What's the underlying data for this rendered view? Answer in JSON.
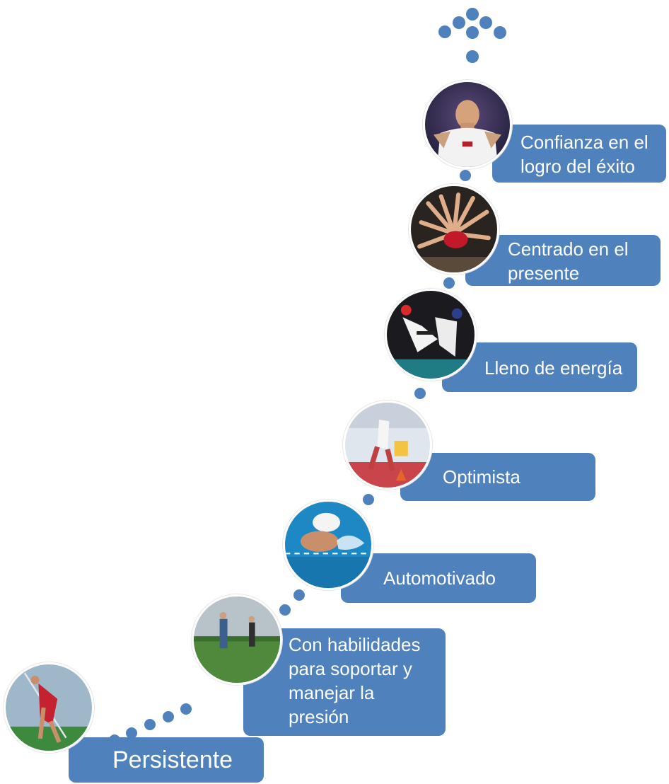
{
  "diagram": {
    "steps": [
      {
        "label": "Persistente",
        "image_icon": "pole-vault-athlete-photo"
      },
      {
        "label": "Con habilidades para soportar y manejar la presión",
        "image_icon": "golfers-on-course-photo"
      },
      {
        "label": "Automotivado",
        "image_icon": "swimmer-photo"
      },
      {
        "label": "Optimista",
        "image_icon": "runner-on-track-photo"
      },
      {
        "label": "Lleno de energía",
        "image_icon": "taekwondo-fighters-photo"
      },
      {
        "label": "Centrado en el presente",
        "image_icon": "gymnast-sequence-photo"
      },
      {
        "label": "Confianza en el logro del éxito",
        "image_icon": "gymnast-on-rings-photo"
      }
    ],
    "accent_color": "#4f81bd",
    "connector": "dotted-path-upward",
    "top_marker_icon": "dotted-arrow-up-icon"
  }
}
